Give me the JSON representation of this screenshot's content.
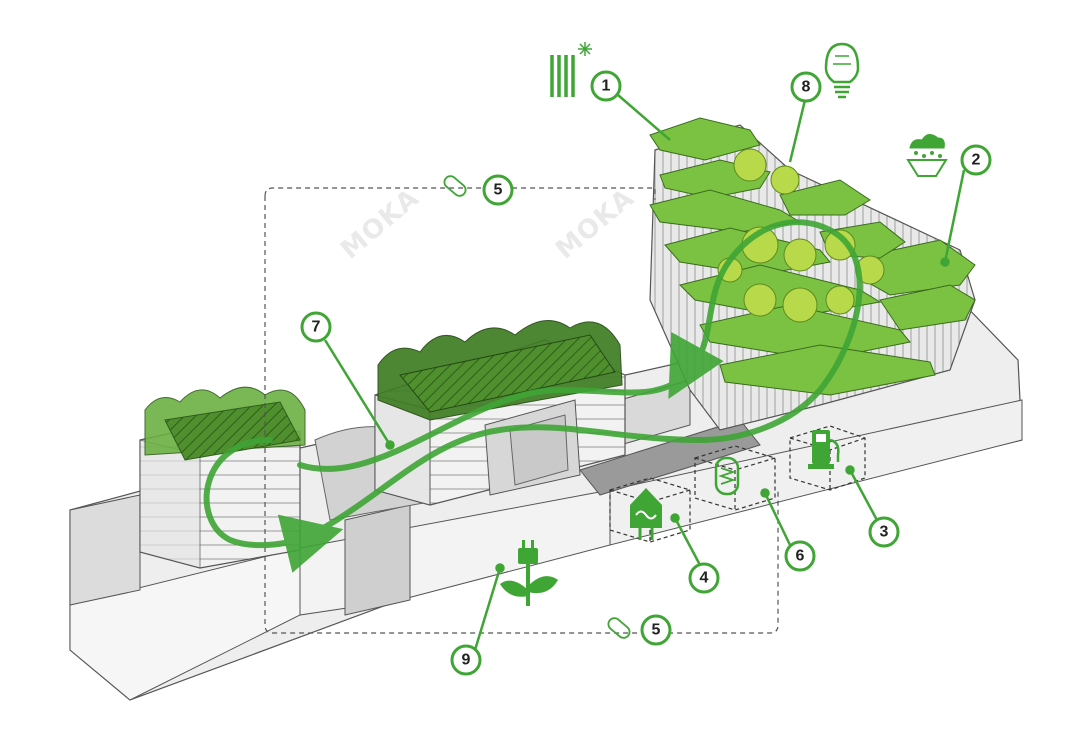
{
  "diagram": {
    "accent_color": "#3fa535",
    "callouts": [
      {
        "id": "c1",
        "label": "1"
      },
      {
        "id": "c2",
        "label": "2"
      },
      {
        "id": "c3",
        "label": "3"
      },
      {
        "id": "c4",
        "label": "4"
      },
      {
        "id": "c5a",
        "label": "5"
      },
      {
        "id": "c5b",
        "label": "5"
      },
      {
        "id": "c6",
        "label": "6"
      },
      {
        "id": "c7",
        "label": "7"
      },
      {
        "id": "c8",
        "label": "8"
      },
      {
        "id": "c9",
        "label": "9"
      }
    ],
    "icons": [
      "solar-panel-icon",
      "light-bulb-icon",
      "rain-harvest-icon",
      "ev-charging-icon",
      "house-heating-icon",
      "water-boiler-icon",
      "plant-plug-icon",
      "sensor-icon"
    ],
    "watermark": [
      "MOKA",
      "MOKA"
    ]
  }
}
